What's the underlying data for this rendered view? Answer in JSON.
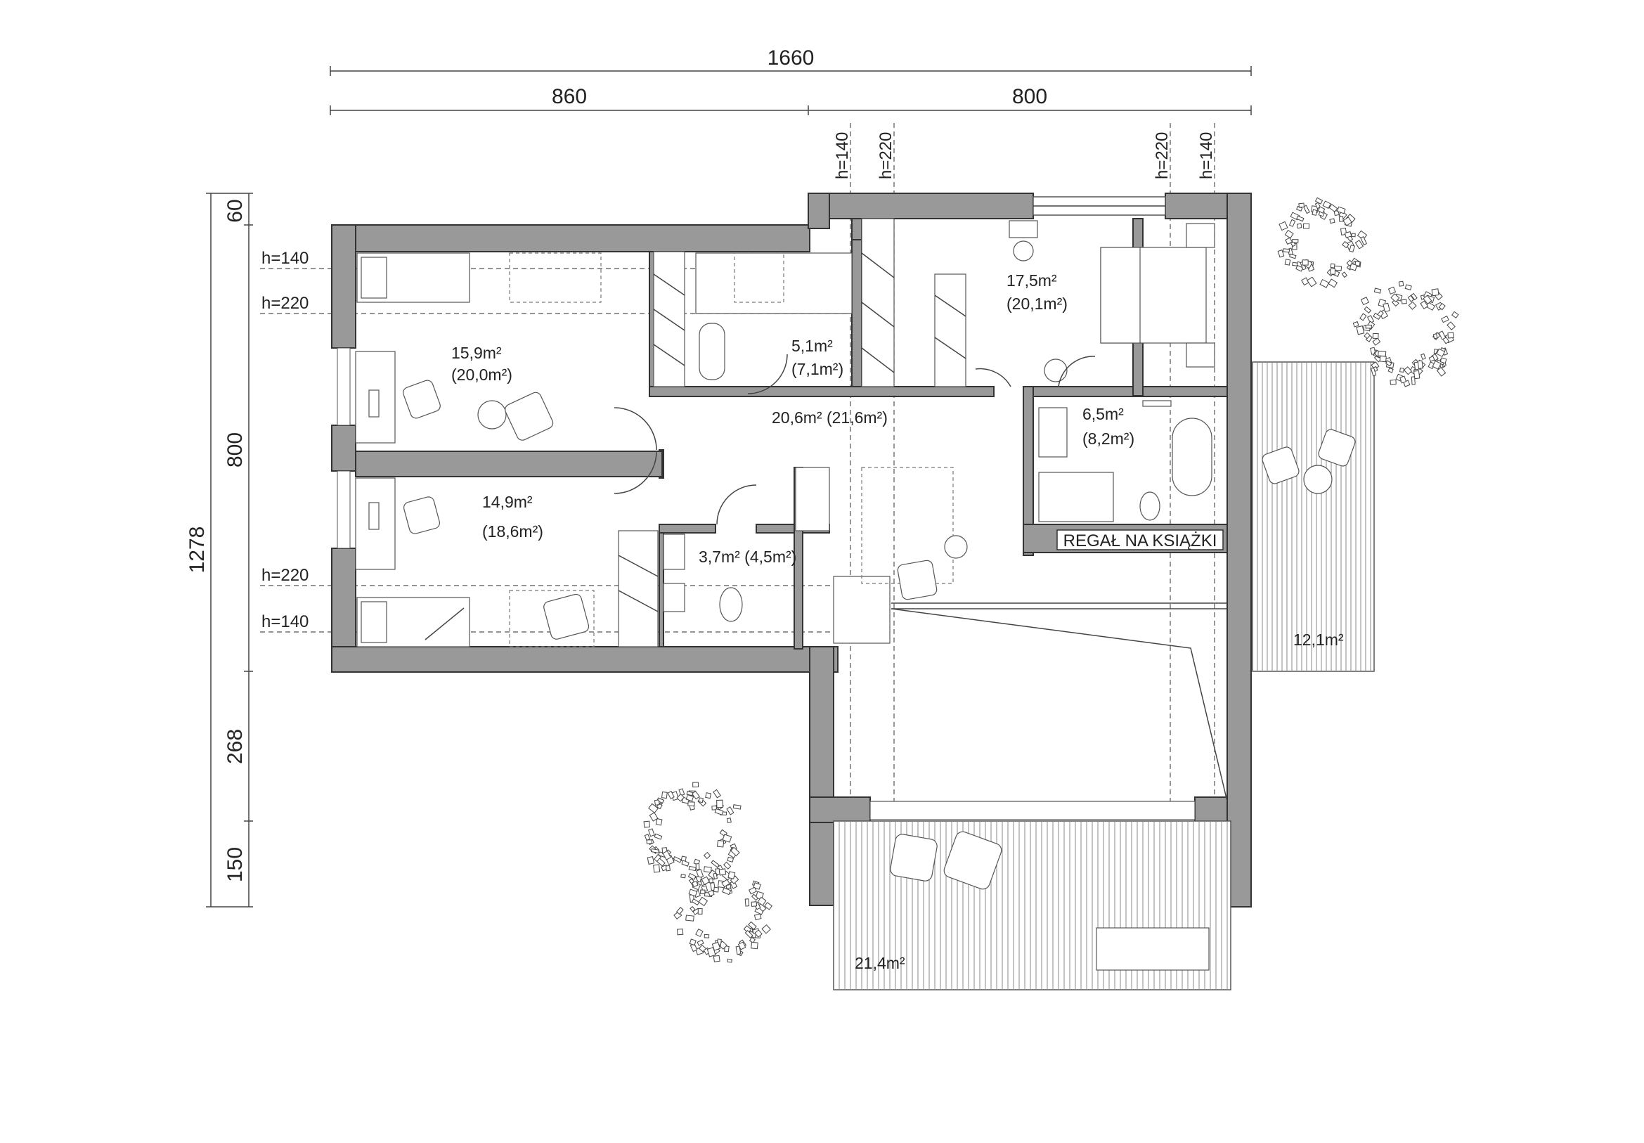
{
  "dimensions": {
    "total_width": "1660",
    "left_width": "860",
    "right_width": "800",
    "total_height": "1278",
    "h_top": "60",
    "h_main": "800",
    "h_lower": "268",
    "h_bottom": "150"
  },
  "heights": {
    "top_a": "h=140",
    "top_b": "h=220",
    "top_c": "h=220",
    "top_d": "h=140",
    "left_a": "h=140",
    "left_b": "h=220",
    "left_c": "h=220",
    "left_d": "h=140"
  },
  "rooms": {
    "room1_a": "15,9m²",
    "room1_b": "(20,0m²)",
    "room2_a": "14,9m²",
    "room2_b": "(18,6m²)",
    "wardrobe_a": "5,1m²",
    "wardrobe_b": "(7,1m²)",
    "hall": "20,6m² (21,6m²)",
    "wc": "3,7m² (4,5m²)",
    "bedroom_a": "17,5m²",
    "bedroom_b": "(20,1m²)",
    "bath_a": "6,5m²",
    "bath_b": "(8,2m²)",
    "terrace_right": "12,1m²",
    "terrace_bottom": "21,4m²"
  },
  "labels": {
    "bookshelf": "REGAŁ NA KSIĄŻKI"
  }
}
